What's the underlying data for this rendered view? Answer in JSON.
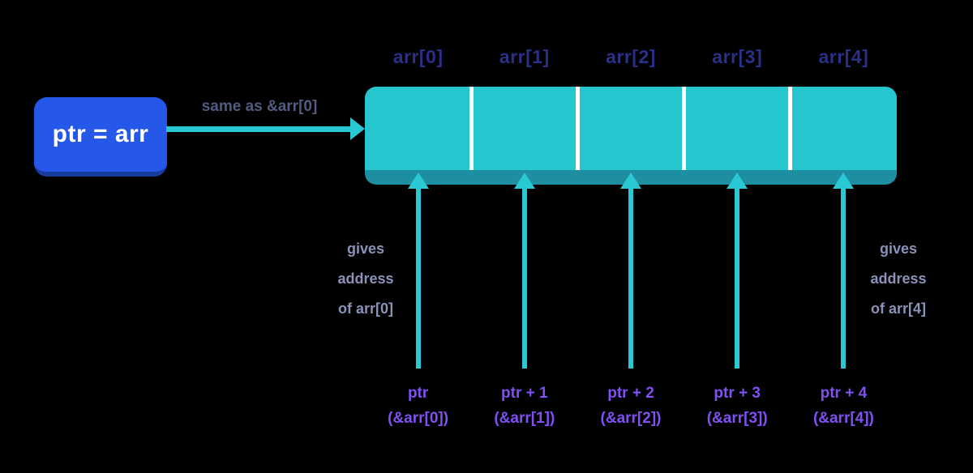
{
  "pointer_box": {
    "label": "ptr = arr"
  },
  "assignment_arrow": {
    "label": "same as &arr[0]"
  },
  "array": {
    "name": "arr",
    "cells": [
      {
        "index_label": "arr[0]",
        "ptr_expr": "ptr",
        "addr_expr": "(&arr[0])"
      },
      {
        "index_label": "arr[1]",
        "ptr_expr": "ptr + 1",
        "addr_expr": "(&arr[1])"
      },
      {
        "index_label": "arr[2]",
        "ptr_expr": "ptr + 2",
        "addr_expr": "(&arr[2])"
      },
      {
        "index_label": "arr[3]",
        "ptr_expr": "ptr + 3",
        "addr_expr": "(&arr[3])"
      },
      {
        "index_label": "arr[4]",
        "ptr_expr": "ptr + 4",
        "addr_expr": "(&arr[4])"
      }
    ]
  },
  "notes": {
    "left": {
      "line1": "gives",
      "line2": "address",
      "line3": "of arr[0]"
    },
    "right": {
      "line1": "gives",
      "line2": "address",
      "line3": "of arr[4]"
    }
  },
  "colors": {
    "background": "#000000",
    "array_fill": "#25c6ce",
    "array_base_shadow": "#1e8fa0",
    "cell_divider": "#ffffff",
    "pointer_box_fill": "#2557e8",
    "pointer_box_shadow": "#173c9e",
    "pointer_box_text": "#ffffff",
    "arrow": "#29c8d2",
    "index_label_text": "#2b3087",
    "arrow_caption_text": "#525b80",
    "note_text": "#8a92b8",
    "pointer_expr_text": "#8050f2"
  }
}
